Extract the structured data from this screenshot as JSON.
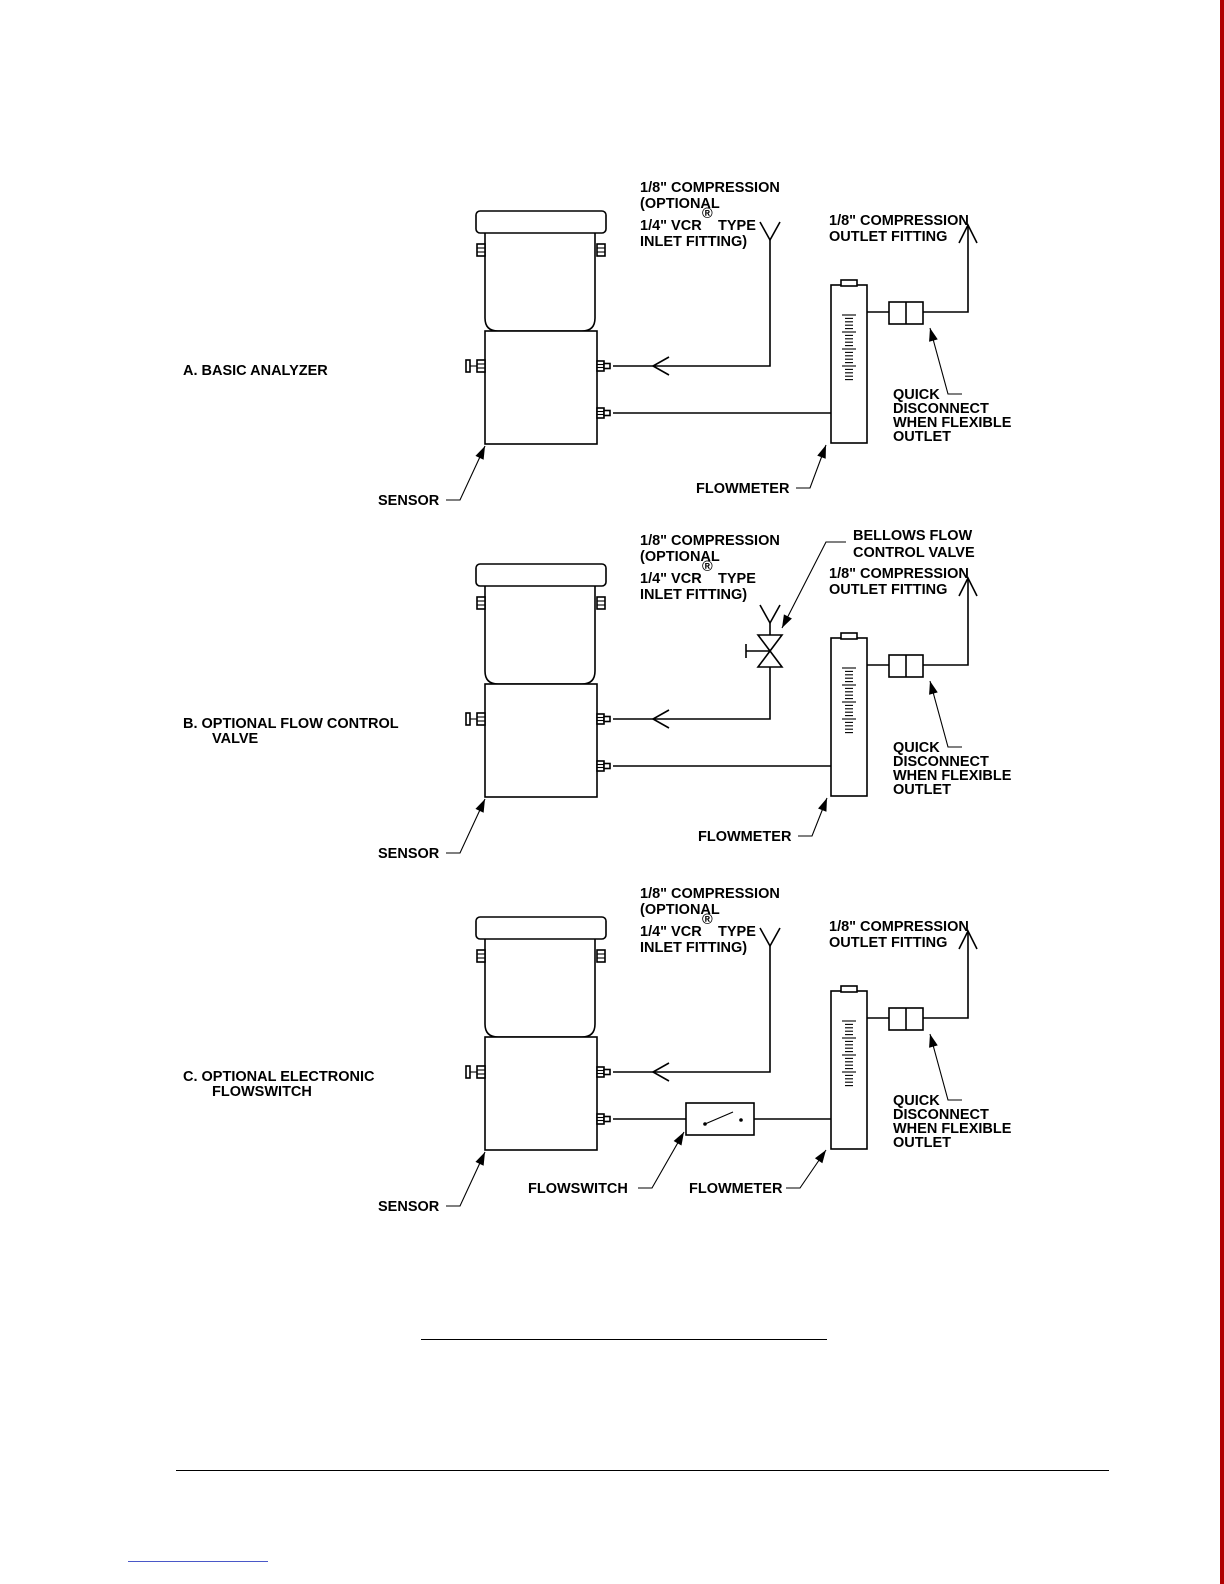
{
  "colors": {
    "line": "#000000",
    "page_edge": "#b00000",
    "link_underline": "#4a58c8"
  },
  "panels": [
    {
      "id": "A",
      "caption": [
        "A.  BASIC  ANALYZER"
      ],
      "inlet_label": [
        "1/8\" COMPRESSION",
        "(OPTIONAL",
        "1/4\" VCR",
        "INLET FITTING)"
      ],
      "inlet_label_type": "TYPE",
      "registered_mark": "®",
      "outlet_label": [
        "1/8\" COMPRESSION",
        "OUTLET FITTING"
      ],
      "disconnect_label": [
        "QUICK",
        "DISCONNECT",
        "WHEN FLEXIBLE",
        "OUTLET"
      ],
      "sensor_label": "SENSOR",
      "flowmeter_label": "FLOWMETER"
    },
    {
      "id": "B",
      "caption": [
        "B.  OPTIONAL  FLOW  CONTROL",
        "VALVE"
      ],
      "inlet_label": [
        "1/8\" COMPRESSION",
        "(OPTIONAL",
        "1/4\" VCR",
        "INLET FITTING)"
      ],
      "inlet_label_type": "TYPE",
      "registered_mark": "®",
      "valve_label": [
        "BELLOWS FLOW",
        "CONTROL VALVE"
      ],
      "outlet_label": [
        "1/8\" COMPRESSION",
        "OUTLET FITTING"
      ],
      "disconnect_label": [
        "QUICK",
        "DISCONNECT",
        "WHEN FLEXIBLE",
        "OUTLET"
      ],
      "sensor_label": "SENSOR",
      "flowmeter_label": "FLOWMETER"
    },
    {
      "id": "C",
      "caption": [
        "C.  OPTIONAL  ELECTRONIC",
        "FLOWSWITCH"
      ],
      "inlet_label": [
        "1/8\" COMPRESSION",
        "(OPTIONAL",
        "1/4\" VCR",
        "INLET FITTING)"
      ],
      "inlet_label_type": "TYPE",
      "registered_mark": "®",
      "outlet_label": [
        "1/8\" COMPRESSION",
        "OUTLET FITTING"
      ],
      "disconnect_label": [
        "QUICK",
        "DISCONNECT",
        "WHEN FLEXIBLE",
        "OUTLET"
      ],
      "sensor_label": "SENSOR",
      "flowswitch_label": "FLOWSWITCH",
      "flowmeter_label": "FLOWMETER"
    }
  ]
}
